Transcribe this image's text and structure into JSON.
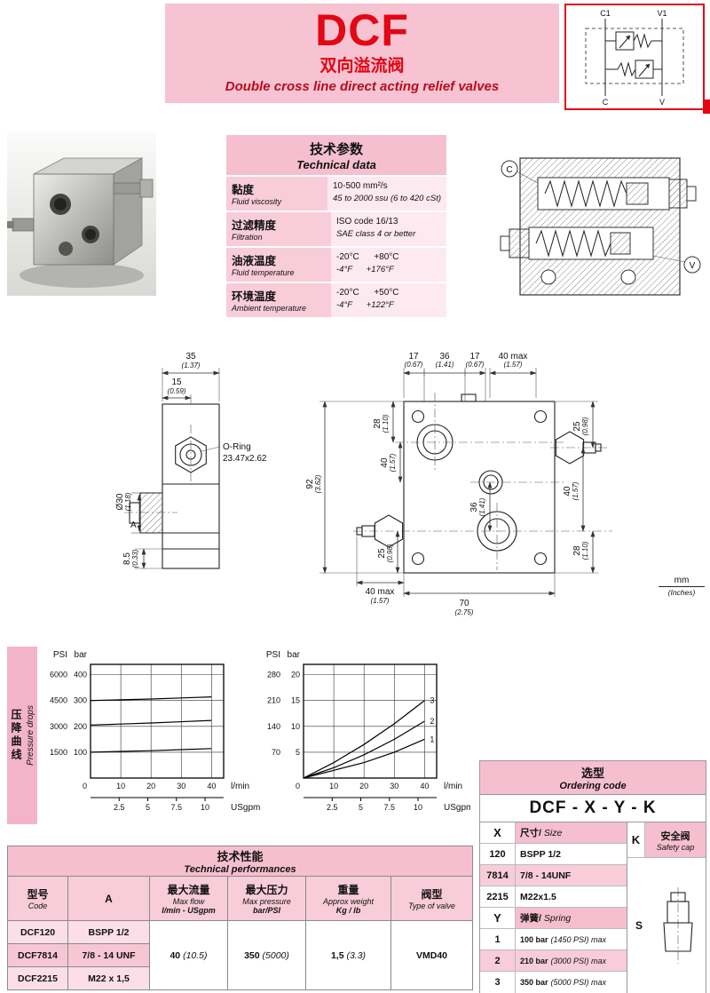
{
  "header": {
    "title": "DCF",
    "subtitle_cn": "双向溢流阀",
    "subtitle_en": "Double cross line direct acting relief valves"
  },
  "schematic": {
    "c1": "C1",
    "v1": "V1",
    "c": "C",
    "v": "V"
  },
  "technical_data": {
    "title_cn": "技术参数",
    "title_en": "Technical data",
    "rows": [
      {
        "cn": "黏度",
        "en": "Fluid viscosity",
        "line1": "10-500 mm²/s",
        "line2": "45 to 2000 ssu (6 to 420 cSt)"
      },
      {
        "cn": "过滤精度",
        "en": "Filtration",
        "line1": "ISO code 16/13",
        "line2": "SAE class 4 or better"
      },
      {
        "cn": "油液温度",
        "en": "Fluid temperature",
        "line1": "-20°C      +80°C",
        "line2": "-4°F      +176°F"
      },
      {
        "cn": "环境温度",
        "en": "Ambient temperature",
        "line1": "-20°C      +50°C",
        "line2": "-4°F      +122°F"
      }
    ]
  },
  "section_view": {
    "c": "C",
    "v": "V"
  },
  "dims": {
    "w35": "35",
    "w35i": "(1.37)",
    "w15": "15",
    "w15i": "(0.59)",
    "oring1": "O-Ring",
    "oring2": "23.47x2.62",
    "d30": "Ø30",
    "d30i": "(1.18)",
    "a": "A",
    "h85": "8.5",
    "h85i": "(0.33)",
    "t17a": "17",
    "t17ai": "(0.67)",
    "t36": "36",
    "t36i": "(1.41)",
    "t17b": "17",
    "t17bi": "(0.67)",
    "t40": "40 max",
    "t40i": "(1.57)",
    "v92": "92",
    "v92i": "(3.62)",
    "v28l": "28",
    "v28li": "(1.10)",
    "v40l": "40",
    "v40li": "(1.57)",
    "v36": "36",
    "v36i": "(1.41)",
    "v25l": "25",
    "v25li": "(0.98)",
    "v25r": "25",
    "v25ri": "(0.98)",
    "v40r": "40",
    "v40ri": "(1.57)",
    "v28r": "28",
    "v28ri": "(1.10)",
    "b40": "40 max",
    "b40i": "(1.57)",
    "b70": "70",
    "b70i": "(2.75)",
    "unit_mm": "mm",
    "unit_in": "(Inches)"
  },
  "pressure_drops": {
    "cn": "压降曲线",
    "en": "Pressure drops"
  },
  "chart_data": [
    {
      "type": "line",
      "title": "Relief pressure setting vs flow",
      "x": [
        0,
        10,
        20,
        30,
        40
      ],
      "xticks": [
        10,
        20,
        30,
        40
      ],
      "xmax": 44,
      "xlabel": "l/min",
      "x2label": "USgpm",
      "x2ticks": [
        2.5,
        5,
        7.5,
        10
      ],
      "ylabel_left": "PSI",
      "ylabel_right": "bar",
      "yticks_bar": [
        100,
        200,
        300,
        400
      ],
      "yticks_psi": [
        1500,
        3000,
        4500,
        6000
      ],
      "ymax": 440,
      "label_series": false,
      "grid": true,
      "series": [
        {
          "name": "3",
          "values": [
            300,
            303,
            306,
            310,
            314
          ]
        },
        {
          "name": "2",
          "values": [
            205,
            209,
            213,
            218,
            223
          ]
        },
        {
          "name": "1",
          "values": [
            100,
            103,
            106,
            110,
            114
          ]
        }
      ]
    },
    {
      "type": "line",
      "title": "Pressure drop vs flow",
      "x": [
        0,
        10,
        20,
        30,
        40
      ],
      "xticks": [
        10,
        20,
        30,
        40
      ],
      "xmax": 44,
      "xlabel": "l/min",
      "x2label": "USgpm",
      "x2ticks": [
        2.5,
        5,
        7.5,
        10
      ],
      "ylabel_left": "PSI",
      "ylabel_right": "bar",
      "yticks_bar": [
        5,
        10,
        15,
        20
      ],
      "yticks_psi": [
        70,
        140,
        210,
        280
      ],
      "ymax": 22,
      "label_series": true,
      "grid": true,
      "series": [
        {
          "name": "3",
          "values": [
            0,
            3,
            6.5,
            10.5,
            15
          ]
        },
        {
          "name": "2",
          "values": [
            0,
            2,
            4.5,
            7.5,
            11
          ]
        },
        {
          "name": "1",
          "values": [
            0,
            1.5,
            3,
            5,
            7.5
          ]
        }
      ]
    }
  ],
  "ordering": {
    "title_cn": "选型",
    "title_en": "Ordering code",
    "code": "DCF - X - Y - K",
    "x_header": "X",
    "x_size_cn": "尺寸/",
    "x_size_en": "Size",
    "k_header": "K",
    "k_cn": "安全阀",
    "k_en": "Safety cap",
    "x_rows": [
      {
        "code": "120",
        "value": "BSPP 1/2"
      },
      {
        "code": "7814",
        "value": "7/8 - 14UNF"
      },
      {
        "code": "2215",
        "value": "M22x1.5"
      }
    ],
    "y_header": "Y",
    "y_spring_cn": "弹簧/",
    "y_spring_en": "Spring",
    "y_rows": [
      {
        "code": "1",
        "bold": "100 bar",
        "rest": "(1450 PSI) max"
      },
      {
        "code": "2",
        "bold": "210 bar",
        "rest": "(3000 PSI) max"
      },
      {
        "code": "3",
        "bold": "350 bar",
        "rest": "(5000 PSI) max"
      }
    ],
    "s_label": "S"
  },
  "performances": {
    "title_cn": "技术性能",
    "title_en": "Technical performances",
    "h_code_cn": "型号",
    "h_code_en": "Code",
    "h_a": "A",
    "h_flow_cn": "最大流量",
    "h_flow_en": "Max flow",
    "h_flow_unit": "l/min - USgpm",
    "h_press_cn": "最大压力",
    "h_press_en": "Max pressure",
    "h_press_unit": "bar/PSI",
    "h_weight_cn": "重量",
    "h_weight_en": "Approx weight",
    "h_weight_unit": "Kg / lb",
    "h_type_cn": "阀型",
    "h_type_en": "Type of valve",
    "rows": [
      {
        "code": "DCF120",
        "a": "BSPP 1/2"
      },
      {
        "code": "DCF7814",
        "a": "7/8 - 14 UNF"
      },
      {
        "code": "DCF2215",
        "a": "M22 x 1,5"
      }
    ],
    "flow_b": "40",
    "flow_i": "(10.5)",
    "press_b": "350",
    "press_i": "(5000)",
    "weight_b": "1,5",
    "weight_i": "(3.3)",
    "type": "VMD40"
  }
}
